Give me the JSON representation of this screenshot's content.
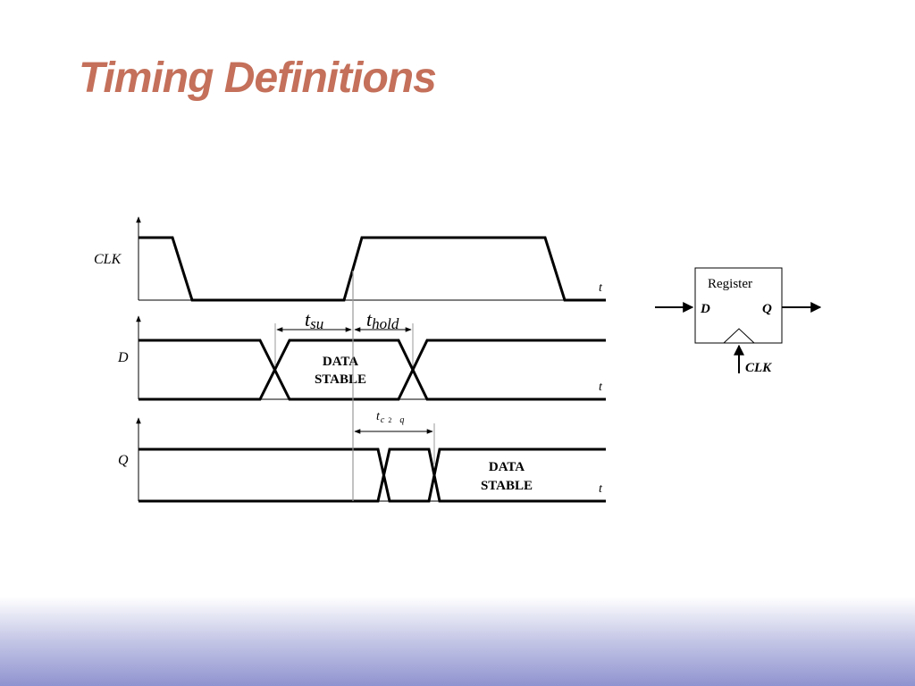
{
  "slide": {
    "title": "Timing Definitions"
  },
  "waveforms": {
    "clk_label": "CLK",
    "d_label": "D",
    "q_label": "Q",
    "time_axis_label": "t",
    "d_stable_line1": "DATA",
    "d_stable_line2": "STABLE",
    "q_stable_line1": "DATA",
    "q_stable_line2": "STABLE"
  },
  "timing_params": {
    "setup_t": "t",
    "setup_sub": "su",
    "hold_t": "t",
    "hold_sub": "hold",
    "clk_to_q_t": "t",
    "clk_to_q_sub1": "c",
    "clk_to_q_sub2": "2",
    "clk_to_q_sub3": "q"
  },
  "register": {
    "title": "Register",
    "d_port": "D",
    "q_port": "Q",
    "clk_port": "CLK"
  },
  "colors": {
    "title": "#c4705a",
    "ink": "#000000",
    "marker_line": "#999999",
    "footer_gradient_end": "#8f93cf"
  }
}
